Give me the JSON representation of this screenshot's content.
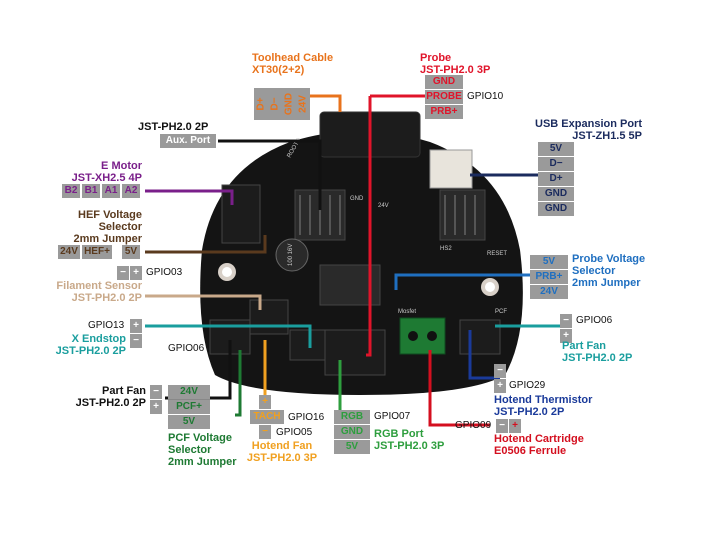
{
  "colors": {
    "toolhead": "#e8731c",
    "probe": "#e0142a",
    "usb": "#1b2b5e",
    "emotor": "#7a1f8a",
    "hef": "#5a3a1e",
    "filament": "#c9a98a",
    "xendstop": "#1a9e9e",
    "partfan": "#111111",
    "pcf": "#1e7a33",
    "hotendfan": "#f0a020",
    "rgb": "#2e9e3e",
    "thermistor": "#1a3a9a",
    "cartridge": "#d40f1f",
    "probevolt": "#1f6fc0",
    "board": "#141414"
  },
  "toolhead_cable": {
    "line1": "Toolhead Cable",
    "line2": "XT30(2+2)",
    "pins": [
      "D+",
      "D−",
      "GND",
      "24V"
    ]
  },
  "probe": {
    "line1": "Probe",
    "line2": "JST-PH2.0  3P",
    "pins": [
      "GND",
      "PROBE",
      "PRB+"
    ],
    "gpio": "GPIO10"
  },
  "aux": {
    "label": "JST-PH2.0  2P",
    "pin": "Aux. Port"
  },
  "usb": {
    "line1": "USB Expansion Port",
    "line2": "JST-ZH1.5  5P",
    "pins": [
      "5V",
      "D−",
      "D+",
      "GND",
      "GND"
    ]
  },
  "emotor": {
    "line1": "E Motor",
    "line2": "JST-XH2.5  4P",
    "pins": [
      "B2",
      "B1",
      "A1",
      "A2"
    ]
  },
  "hef_selector": {
    "line1": "HEF Voltage",
    "line2": "Selector",
    "line3": "2mm Jumper",
    "pins": [
      "24V",
      "HEF+",
      "5V"
    ]
  },
  "gpio03": {
    "pins": [
      "−",
      "+"
    ],
    "gpio": "GPIO03"
  },
  "filament": {
    "line1": "Filament Sensor",
    "line2": "JST-PH2.0  2P"
  },
  "xendstop": {
    "gpio": "GPIO13",
    "line1": "X Endstop",
    "line2": "JST-PH2.0  2P",
    "pins": [
      "+",
      "−"
    ]
  },
  "gpio06_left": "GPIO06",
  "partfan_left": {
    "line1": "Part Fan",
    "line2": "JST-PH2.0  2P",
    "pins": [
      "−",
      "+"
    ]
  },
  "pcf": {
    "pins": [
      "24V",
      "PCF+",
      "5V"
    ],
    "line1": "PCF Voltage",
    "line2": "Selector",
    "line3": "2mm Jumper"
  },
  "hotendfan": {
    "pins": [
      "+",
      "TACH",
      "−"
    ],
    "gpio_a": "GPIO16",
    "gpio_b": "GPIO05",
    "line1": "Hotend Fan",
    "line2": "JST-PH2.0  3P"
  },
  "rgb": {
    "pins": [
      "RGB",
      "GND",
      "5V"
    ],
    "gpio": "GPIO07",
    "line1": "RGB Port",
    "line2": "JST-PH2.0  3P"
  },
  "probe_voltage": {
    "pins": [
      "5V",
      "PRB+",
      "24V"
    ],
    "line1": "Probe Voltage",
    "line2": "Selector",
    "line3": "2mm Jumper"
  },
  "partfan_right": {
    "pins": [
      "−",
      "+"
    ],
    "gpio": "GPIO06",
    "line1": "Part Fan",
    "line2": "JST-PH2.0  2P"
  },
  "thermistor": {
    "pins": [
      "−",
      "+"
    ],
    "gpio": "GPIO29",
    "line1": "Hotend Thermistor",
    "line2": "JST-PH2.0  2P"
  },
  "cartridge": {
    "gpio": "GPIO09",
    "pins": [
      "−",
      "+"
    ],
    "line1": "Hotend Cartridge",
    "line2": "E0506 Ferrule"
  },
  "board_silkscreen": {
    "roto": "ROOTO",
    "gnd": "GND",
    "v24": "24V",
    "reset": "RESET",
    "hs2": "HS2",
    "pcf": "PCF",
    "cap": "100 16V",
    "mosfet": "Mosfet"
  }
}
